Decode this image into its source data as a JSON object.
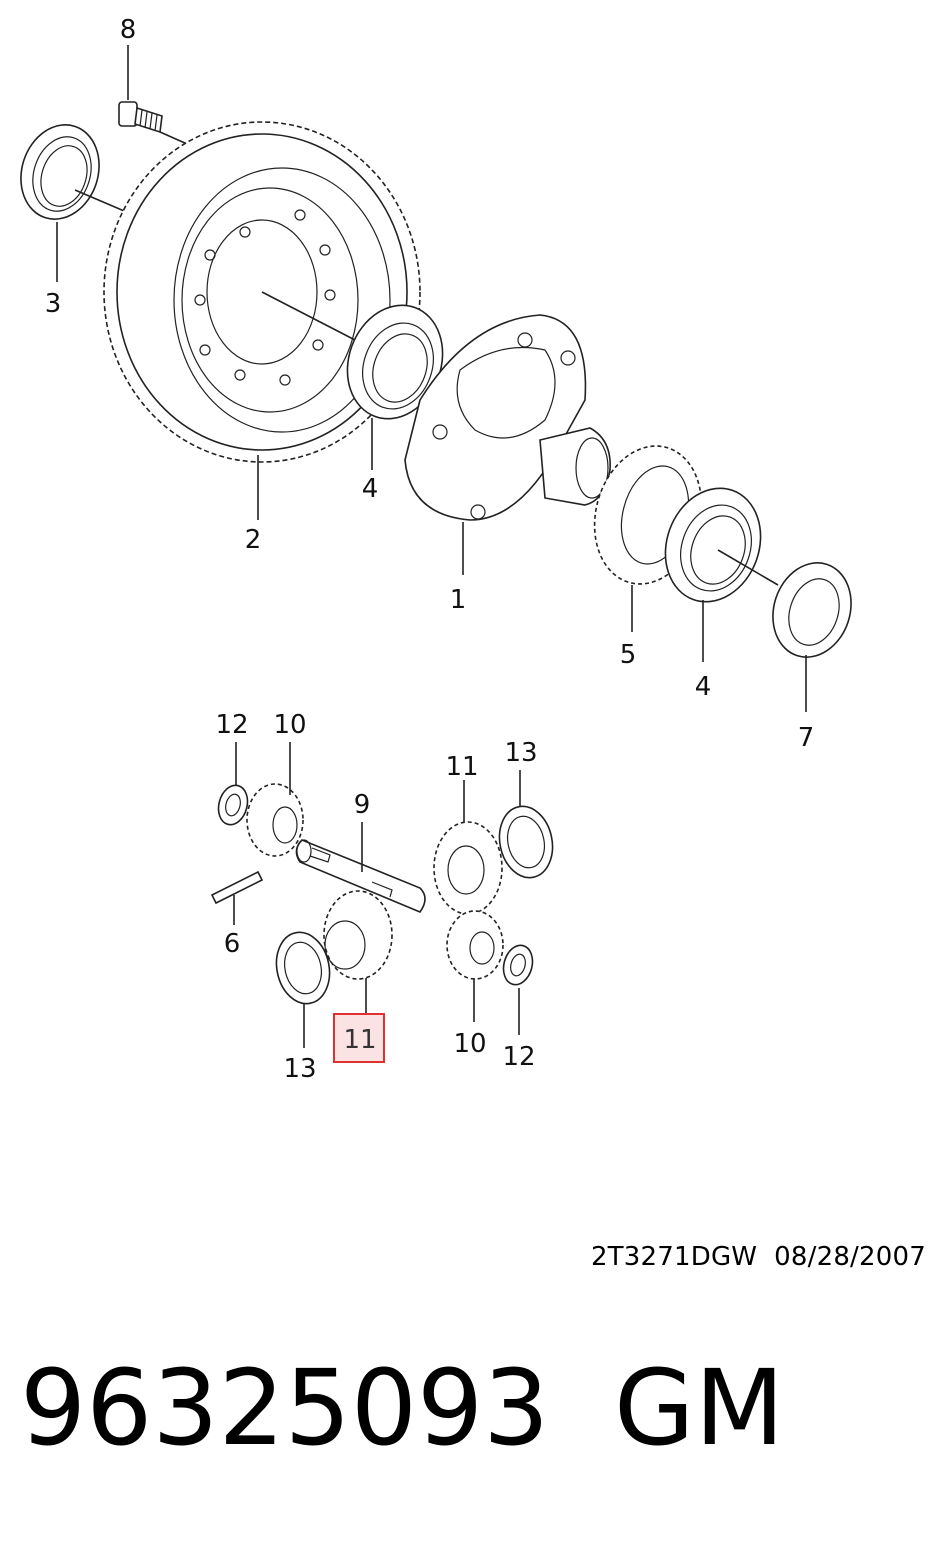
{
  "callouts": [
    {
      "id": "c8",
      "text": "8"
    },
    {
      "id": "c3",
      "text": "3"
    },
    {
      "id": "c2",
      "text": "2"
    },
    {
      "id": "c4a",
      "text": "4"
    },
    {
      "id": "c1",
      "text": "1"
    },
    {
      "id": "c5",
      "text": "5"
    },
    {
      "id": "c4b",
      "text": "4"
    },
    {
      "id": "c7",
      "text": "7"
    },
    {
      "id": "c12a",
      "text": "12"
    },
    {
      "id": "c10a",
      "text": "10"
    },
    {
      "id": "c9",
      "text": "9"
    },
    {
      "id": "c11a",
      "text": "11"
    },
    {
      "id": "c13a",
      "text": "13"
    },
    {
      "id": "c6",
      "text": "6"
    },
    {
      "id": "c13b",
      "text": "13"
    },
    {
      "id": "c11b",
      "text": "11",
      "highlighted": true
    },
    {
      "id": "c10b",
      "text": "10"
    },
    {
      "id": "c12b",
      "text": "12"
    }
  ],
  "highlight_color": "#e03030",
  "highlight_fill": "#fbe3e3",
  "doc_code": "2T3271DGW  08/28/2007",
  "part_number": "96325093",
  "brand": "GM"
}
